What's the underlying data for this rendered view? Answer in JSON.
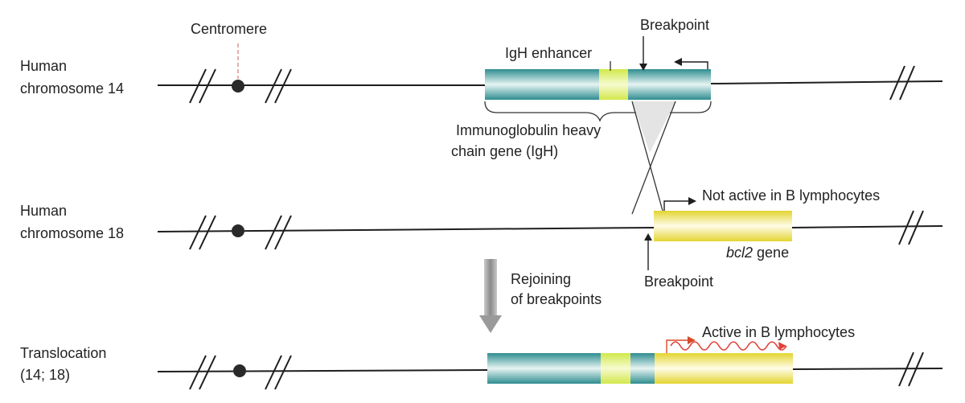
{
  "colors": {
    "teal": "#3f9a9c",
    "teal_light": "#e6f4f2",
    "yellow": "#e8dc3a",
    "yellow_light": "#fffbe0",
    "enhancer": "#d9ec5a",
    "arrow_red": "#d84a2a",
    "squiggle": "#e0413a",
    "line": "#1e1e1e",
    "grey_arrow": "#9a9a9a"
  },
  "rows": {
    "chr14": {
      "label_line1": "Human",
      "label_line2": "chromosome 14"
    },
    "chr18": {
      "label_line1": "Human",
      "label_line2": "chromosome 18"
    },
    "translocation": {
      "label_line1": "Translocation",
      "label_line2": "(14; 18)"
    }
  },
  "labels": {
    "centromere": "Centromere",
    "breakpoint_top": "Breakpoint",
    "igh_enhancer": "IgH enhancer",
    "igh_gene_line1": "Immunoglobulin heavy",
    "igh_gene_line2": "chain gene (IgH)",
    "not_active": "Not active in B lymphocytes",
    "bcl2_italic": "bcl2",
    "bcl2_suffix": " gene",
    "breakpoint_bottom": "Breakpoint",
    "rejoining_line1": "Rejoining",
    "rejoining_line2": "of breakpoints",
    "active": "Active in B lymphocytes"
  },
  "icons": [
    "centromere-dot-icon",
    "chromosome-break-icon",
    "promoter-arrow-icon",
    "down-arrow-icon",
    "transcript-squiggle-icon"
  ]
}
